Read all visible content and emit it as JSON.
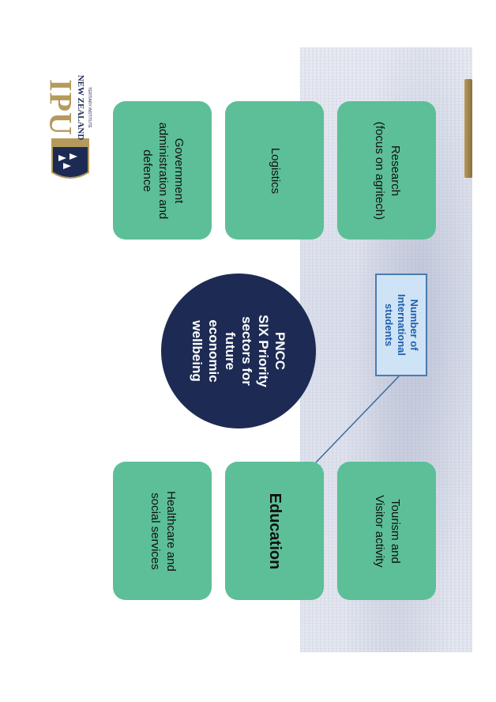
{
  "logo": {
    "brand": "IPU",
    "country": "NEW ZEALAND",
    "sub": "TERTIARY INSTITUTE"
  },
  "center": {
    "label": "PNCC\nSIX Priority\nsectors for\nfuture\neconomic\nwellbeing"
  },
  "sectors": [
    {
      "label": "Government\nadministration and\ndefence"
    },
    {
      "label": "Logistics"
    },
    {
      "label": "Research\n(focus on agritech)"
    },
    {
      "label": "Healthcare and\nsocial services"
    },
    {
      "label": "Education"
    },
    {
      "label": "Tourism and\nVisitor activity"
    }
  ],
  "note": {
    "label": "Number of\nInternational\nstudents"
  },
  "colors": {
    "box": "#5cbf97",
    "circle": "#1d2b54",
    "note_fill": "#cfe3f7",
    "note_text": "#1f5fa8"
  }
}
